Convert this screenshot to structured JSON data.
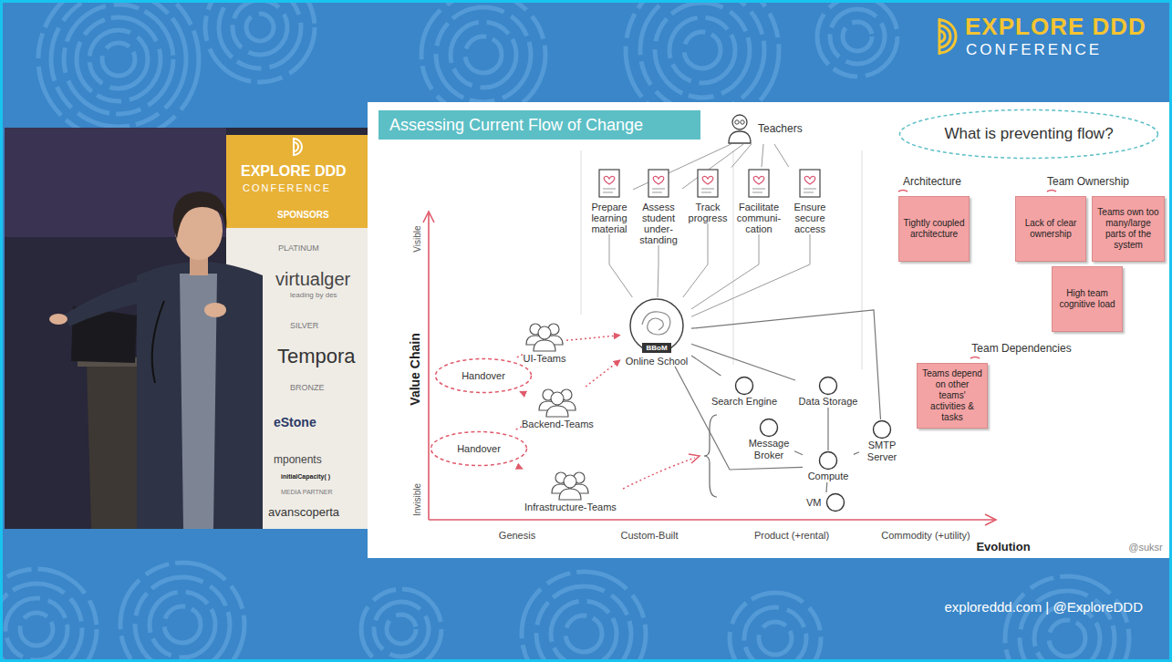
{
  "diagram": {
    "title": "Assessing Current Flow of Change",
    "nodes": [
      {
        "text": [
          "Teachers"
        ]
      },
      {
        "text": [
          "Prepare learning material"
        ]
      },
      {
        "text": [
          "Assess student under-standing"
        ]
      },
      {
        "text": [
          "Track progress"
        ]
      },
      {
        "text": [
          "Facilitate communi-cation"
        ]
      },
      {
        "text": [
          "Ensure secure access"
        ]
      },
      {
        "text": [
          "BBoM",
          "Online School"
        ]
      },
      {
        "text": [
          "UI-Teams"
        ]
      },
      {
        "text": [
          "Handover"
        ]
      },
      {
        "text": [
          "Backend-Teams"
        ]
      },
      {
        "text": [
          "Handover"
        ]
      },
      {
        "text": [
          "Infrastructure-Teams"
        ]
      },
      {
        "text": [
          "Search Engine"
        ]
      },
      {
        "text": [
          "Data Storage"
        ]
      },
      {
        "text": [
          "Message Broker"
        ]
      },
      {
        "text": [
          "SMTP Server"
        ]
      },
      {
        "text": [
          "Compute"
        ]
      },
      {
        "text": [
          "VM"
        ]
      },
      {
        "text": [
          "What is preventing flow?"
        ]
      },
      {
        "text": [
          "Tightly coupled architecture"
        ]
      },
      {
        "text": [
          "Lack of clear ownership"
        ]
      },
      {
        "text": [
          "Teams own too many/large parts of the system"
        ]
      },
      {
        "text": [
          "High team cognitive load"
        ]
      },
      {
        "text": [
          "Teams depend on other teams' activities & tasks"
        ]
      }
    ],
    "edges": [
      {
        "from": 0,
        "to": 1,
        "arrow": "none"
      },
      {
        "from": 0,
        "to": 2,
        "arrow": "none"
      },
      {
        "from": 0,
        "to": 3,
        "arrow": "none"
      },
      {
        "from": 0,
        "to": 4,
        "arrow": "none"
      },
      {
        "from": 0,
        "to": 5,
        "arrow": "none"
      },
      {
        "from": 1,
        "to": 6,
        "arrow": "none"
      },
      {
        "from": 2,
        "to": 6,
        "arrow": "none"
      },
      {
        "from": 3,
        "to": 6,
        "arrow": "none"
      },
      {
        "from": 4,
        "to": 6,
        "arrow": "none"
      },
      {
        "from": 5,
        "to": 6,
        "arrow": "none"
      },
      {
        "from": 7,
        "to": 6,
        "arrow": "to"
      },
      {
        "from": 9,
        "to": 6,
        "arrow": "to"
      },
      {
        "from": 7,
        "to": 8,
        "arrow": "none"
      },
      {
        "from": 8,
        "to": 9,
        "arrow": "to"
      },
      {
        "from": 9,
        "to": 10,
        "arrow": "none"
      },
      {
        "from": 10,
        "to": 11,
        "arrow": "to"
      },
      {
        "from": 6,
        "to": 12,
        "arrow": "none"
      },
      {
        "from": 6,
        "to": 13,
        "arrow": "none"
      },
      {
        "from": 6,
        "to": 15,
        "arrow": "none"
      },
      {
        "from": 6,
        "to": 16,
        "arrow": "none"
      },
      {
        "from": 14,
        "to": 16,
        "arrow": "none"
      },
      {
        "from": 13,
        "to": 16,
        "arrow": "none"
      },
      {
        "from": 15,
        "to": 16,
        "arrow": "none"
      },
      {
        "from": 16,
        "to": 17,
        "arrow": "none"
      }
    ],
    "labels": [
      "Visible",
      "Invisible",
      "Value Chain",
      "Genesis",
      "Custom-Built",
      "Product (+rental)",
      "Commodity (+utility)",
      "Evolution",
      "@suksr",
      "Architecture",
      "Team Ownership",
      "Team Dependencies",
      "EXPLORE DDD",
      "CONFERENCE",
      "exploreddd.com | @ExploreDDD",
      "EXPLORE DDD",
      "CONFERENCE",
      "SPONSORS",
      "PLATINUM",
      "virtualger",
      "leading by des",
      "SILVER",
      "Tempora",
      "BRONZE",
      "eStone",
      "mponents",
      "initialCapacity( )",
      "MEDIA PARTNER",
      "avanscoperta"
    ]
  }
}
